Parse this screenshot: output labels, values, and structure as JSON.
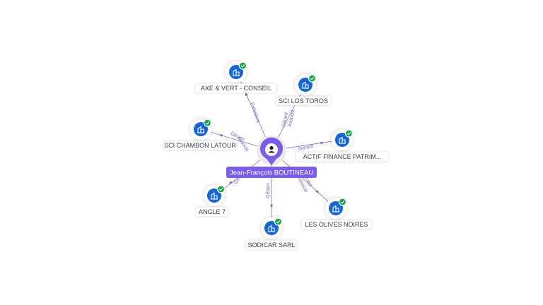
{
  "center": {
    "name": "Jean-François BOUTINEAU",
    "icon": "person-icon",
    "color": "#7c5ce6"
  },
  "companies": [
    {
      "id": "axe-vert-conseil",
      "label": "AXE & VERT - CONSEIL",
      "roles": [
        "Président"
      ],
      "verified": true
    },
    {
      "id": "sci-los-toros",
      "label": "SCI LOS TOROS",
      "roles": [
        "Gérant",
        "Associé"
      ],
      "verified": true
    },
    {
      "id": "sci-chambon-latour",
      "label": "SCI CHAMBON LATOUR",
      "roles": [
        "Gérant",
        "Associé"
      ],
      "verified": true
    },
    {
      "id": "actif-finance-patrim",
      "label": "ACTIF FINANCE PATRIM...",
      "roles": [
        "Gérant"
      ],
      "verified": true
    },
    {
      "id": "angle-7",
      "label": "ANGLE 7",
      "roles": [
        "Gérant"
      ],
      "verified": true
    },
    {
      "id": "les-olives-noires",
      "label": "LES OLIVES NOIRES",
      "roles": [
        "Gérant",
        "Associé"
      ],
      "verified": true
    },
    {
      "id": "sodicar-sarl",
      "label": "SODICAR SARL",
      "roles": [
        "Gérant"
      ],
      "verified": true
    }
  ],
  "icons": {
    "company": "building-icon",
    "verified": "check-badge-icon"
  },
  "colors": {
    "edge": "#8a86c9",
    "company_icon": "#1565d8",
    "verified": "#17a34a"
  }
}
